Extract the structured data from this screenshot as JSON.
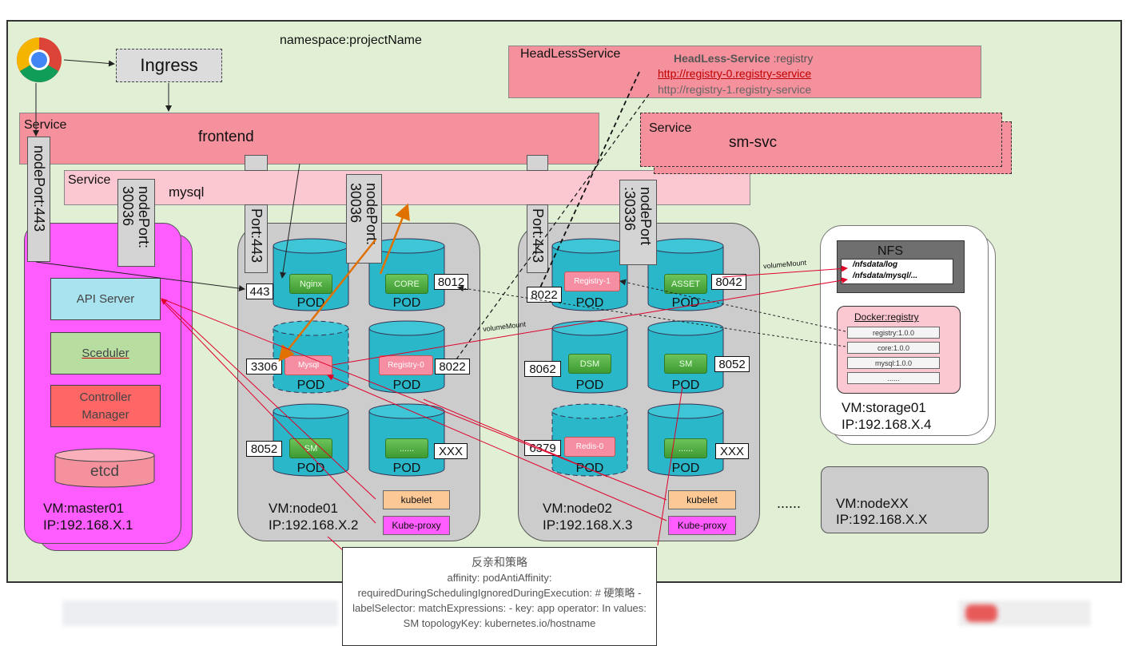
{
  "namespace": "namespace:projectName",
  "ingress": "Ingress",
  "frontend_service": {
    "label": "Service",
    "name": "frontend"
  },
  "mysql_service": {
    "label": "Service",
    "name": "mysql"
  },
  "smsvc_service": {
    "label": "Service",
    "name": "sm-svc"
  },
  "headless": {
    "title": "HeadLessService",
    "line1_bold": "HeadLess-Service",
    "line1_rest": " :registry",
    "url0": "http://registry-0.registry-service",
    "url1": "http://registry-1.registry-service"
  },
  "node_ports": {
    "np443_a": "nodePort:443",
    "np30036_a": "nodePort:\n30036",
    "np443_b": "Port:443",
    "np30036_b": "nodePort:\n30036",
    "np443_c": "Port:443",
    "np30336": "nodePort\n:30336"
  },
  "master": {
    "api_server": "API Server",
    "scheduler": "Sceduler",
    "controller": "Controller\nManager",
    "etcd": "etcd",
    "vm": "VM:master01",
    "ip": "IP:192.168.X.1"
  },
  "node01": {
    "vm": "VM:node01",
    "ip": "IP:192.168.X.2",
    "pods": [
      {
        "app": "Nginx",
        "label": "POD",
        "port": "443"
      },
      {
        "app": "CORE",
        "label": "POD",
        "port": "8012"
      },
      {
        "app": "Mysql",
        "label": "POD",
        "port": "3306"
      },
      {
        "app": "Registry-0",
        "label": "POD",
        "port": "8022"
      },
      {
        "app": "SM",
        "label": "POD",
        "port": "8052"
      },
      {
        "app": "......",
        "label": "POD",
        "port": "XXX"
      }
    ],
    "kubelet": "kubelet",
    "kubeproxy": "Kube-proxy"
  },
  "node02": {
    "vm": "VM:node02",
    "ip": "IP:192.168.X.3",
    "pods": [
      {
        "app": "Registry-1",
        "label": "POD",
        "port": "8022"
      },
      {
        "app": "ASSET",
        "label": "POD",
        "port": "8042"
      },
      {
        "app": "DSM",
        "label": "POD",
        "port": "8062"
      },
      {
        "app": "SM",
        "label": "POD",
        "port": "8052"
      },
      {
        "app": "Redis-0",
        "label": "POD",
        "port": "6379"
      },
      {
        "app": "......",
        "label": "POD",
        "port": "XXX"
      }
    ],
    "kubelet": "kubelet",
    "kubeproxy": "Kube-proxy"
  },
  "storage": {
    "nfs_title": "NFS",
    "nfs_paths": [
      "/nfsdata/log",
      "/nfsdata/mysql/..."
    ],
    "docker_title": "Docker:registry",
    "images": [
      "registry:1.0.0",
      "core:1.0.0",
      "mysql:1.0.0",
      "......"
    ],
    "vm": "VM:storage01",
    "ip": "IP:192.168.X.4"
  },
  "volume_mount_1": "volumeMount",
  "volume_mount_2": "volumeMount",
  "ellipsis": "......",
  "nodexx": {
    "vm": "VM:nodeXX",
    "ip": "IP:192.168.X.X"
  },
  "affinity": {
    "title": "反亲和策略",
    "body": "affinity: podAntiAffinity: requiredDuringSchedulingIgnoredDuringExecution: # 硬策略 - labelSelector: matchExpressions: - key: app operator: In values: SM topologyKey: kubernetes.io/hostname"
  },
  "colors": {
    "canvas": "#e1f0d5",
    "service": "#f4919c",
    "service_light": "#fbc7d0",
    "pod": "#2ab7c9",
    "master": "#ff5cff",
    "vm_node": "#cccccc"
  }
}
